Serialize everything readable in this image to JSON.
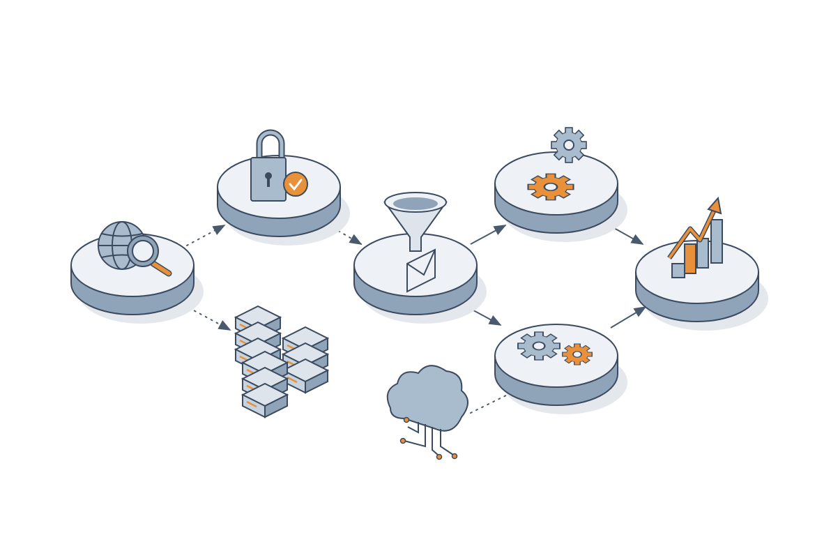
{
  "colors": {
    "background": "#ffffff",
    "platform_top": "#eef1f5",
    "platform_side": "#8fa3b9",
    "outline": "#3b4a5e",
    "icon_fill": "#a9bccd",
    "accent": "#e8913a",
    "shadow": "#e4e7eb"
  },
  "nodes": [
    {
      "id": "web-search",
      "icon": "globe-magnifier-icon"
    },
    {
      "id": "security",
      "icon": "padlock-check-icon"
    },
    {
      "id": "filter",
      "icon": "funnel-envelope-icon"
    },
    {
      "id": "processing-top",
      "icon": "gears-icon"
    },
    {
      "id": "processing-bottom",
      "icon": "gears-icon"
    },
    {
      "id": "analytics",
      "icon": "bar-chart-trend-icon"
    },
    {
      "id": "storage",
      "icon": "server-stack-icon"
    },
    {
      "id": "cloud",
      "icon": "cloud-circuit-icon"
    }
  ],
  "connections": [
    {
      "from": "web-search",
      "to": "security",
      "style": "dotted"
    },
    {
      "from": "web-search",
      "to": "storage",
      "style": "dotted"
    },
    {
      "from": "security",
      "to": "filter",
      "style": "dotted"
    },
    {
      "from": "filter",
      "to": "processing-top",
      "style": "solid"
    },
    {
      "from": "filter",
      "to": "processing-bottom",
      "style": "solid"
    },
    {
      "from": "processing-top",
      "to": "analytics",
      "style": "solid"
    },
    {
      "from": "processing-bottom",
      "to": "analytics",
      "style": "solid"
    },
    {
      "from": "cloud",
      "to": "processing-bottom",
      "style": "dotted"
    }
  ]
}
